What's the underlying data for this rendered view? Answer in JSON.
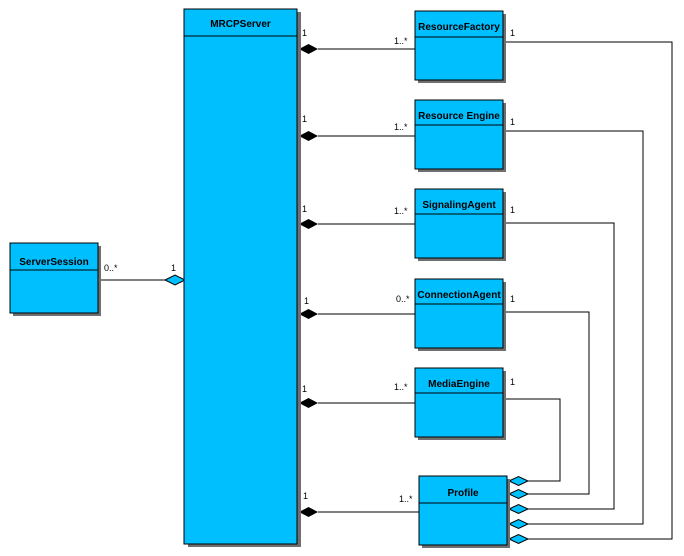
{
  "diagram": {
    "classes": {
      "mrcp_server": "MRCPServer",
      "server_session": "ServerSession",
      "resource_factory": "ResourceFactory",
      "resource_engine": "Resource Engine",
      "signaling_agent": "SignalingAgent",
      "connection_agent": "ConnectionAgent",
      "media_engine": "MediaEngine",
      "profile": "Profile"
    },
    "multiplicities": {
      "server_session_to_mrcp": "0..*",
      "mrcp_to_server_session": "1",
      "mrcp_resource_factory": "1",
      "resource_factory_many": "1..*",
      "resource_factory_profile": "1",
      "mrcp_resource_engine": "1",
      "resource_engine_many": "1..*",
      "resource_engine_profile": "1",
      "mrcp_signaling_agent": "1",
      "signaling_agent_many": "1..*",
      "signaling_agent_profile": "1",
      "mrcp_connection_agent": "1",
      "connection_agent_many": "0..*",
      "connection_agent_profile": "1",
      "mrcp_media_engine": "1",
      "media_engine_many": "1..*",
      "media_engine_profile": "1",
      "mrcp_profile": "1",
      "profile_many": "1..*"
    },
    "colors": {
      "class_fill": "#00BFFF",
      "diamond_filled": "#000000",
      "diamond_open": "#00BFFF",
      "line": "#000000"
    }
  }
}
